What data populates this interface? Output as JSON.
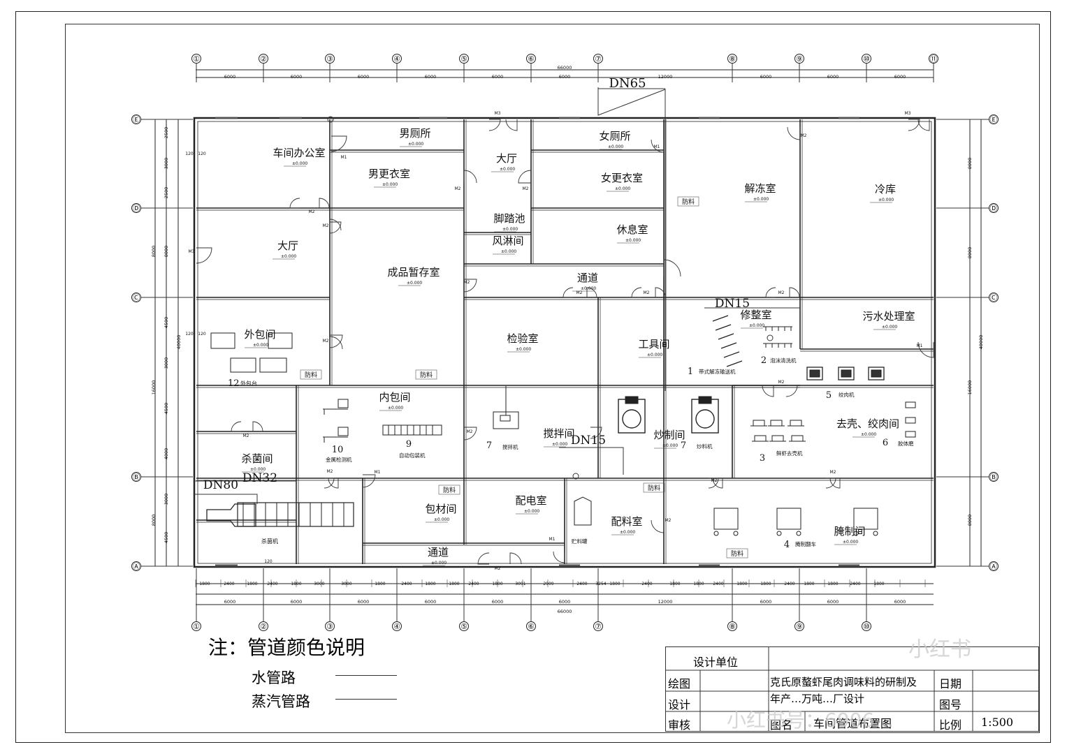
{
  "drawing": {
    "grid_top": [
      "①",
      "②",
      "③",
      "④",
      "⑤",
      "⑥",
      "⑦",
      "⑧",
      "⑨",
      "⑩",
      "⑪"
    ],
    "grid_bottom": [
      "①",
      "②",
      "③",
      "④",
      "⑤",
      "⑥",
      "⑦",
      "⑧",
      "⑨",
      "⑩"
    ],
    "grid_rows": [
      "Ⓔ",
      "Ⓓ",
      "Ⓒ",
      "Ⓑ",
      "Ⓐ"
    ],
    "top_dims": [
      "6000",
      "6000",
      "6000",
      "6000",
      "6000",
      "6000",
      "12000",
      "6000",
      "6000",
      "6000"
    ],
    "total_width": "66000",
    "bottom_detail": [
      "1800",
      "2400",
      "1800",
      "2400",
      "1800",
      "3000",
      "3000",
      "1800",
      "2400",
      "1800",
      "1800",
      "2400",
      "1800",
      "3091",
      "2909",
      "2400",
      "3254",
      "1800",
      "2400",
      "1800",
      "1800",
      "2400",
      "1800",
      "1800",
      "2400",
      "1800",
      "1800",
      "2400",
      "1800"
    ],
    "bottom_dims": [
      "6000",
      "6000",
      "6000",
      "6000",
      "6000",
      "6000",
      "12000",
      "6000",
      "6000",
      "6000"
    ],
    "left_dims": [
      "2500",
      "3000",
      "2500",
      "8000",
      "8000",
      "4500",
      "3000",
      "4500",
      "4000",
      "3000",
      "4500",
      "8000",
      "16000",
      "40000"
    ],
    "right_dims": [
      "8000",
      "8000",
      "16000",
      "40000",
      "8000"
    ],
    "pipes": {
      "dn65": "DN65",
      "dn15a": "DN15",
      "dn15b": "DN15",
      "dn80": "DN80",
      "dn32": "DN32"
    },
    "rooms": {
      "office": "车间办公室",
      "mens_wc": "男厕所",
      "hall_top": "大厅",
      "womens_wc": "女厕所",
      "mens_locker": "男更衣室",
      "womens_locker": "女更衣室",
      "thaw": "解冻室",
      "cold": "冷库",
      "hall_left": "大厅",
      "foot": "脚踏池",
      "air": "风淋间",
      "rest": "休息室",
      "temp_store": "成品暂存室",
      "corridor_top": "通道",
      "trim": "修整室",
      "waste": "污水处理室",
      "outer_pack": "外包间",
      "inspect": "检验室",
      "tool": "工具间",
      "inner_pack": "内包间",
      "mix": "搅拌间",
      "fry": "炒制间",
      "shell": "去壳、绞肉间",
      "steril": "杀菌间",
      "pack_mat": "包材间",
      "power": "配电室",
      "batch": "配料室",
      "marinate": "腌制间",
      "corridor_bottom": "通道"
    },
    "elevation": "±0.000",
    "machines": {
      "m1": "1",
      "m1_label": "带式解冻输送机",
      "m2": "2",
      "m2_label": "泡沫清洗机",
      "m3": "3",
      "m3_label": "鲜虾去壳机",
      "m4": "4",
      "m4_label": "腌制翻车",
      "m5": "5",
      "m5_label": "绞肉机",
      "m6": "6",
      "m6_label": "胶体磨",
      "m7a": "7",
      "m7a_label": "搅拌机",
      "m7b": "7",
      "m7b_label": "炒料机",
      "m9": "9",
      "m9_label": "自动包装机",
      "m10": "10",
      "m10_label": "金属检测机",
      "m12": "12",
      "m12_label": "外包台",
      "steril_label": "杀菌机",
      "tank_label": "贮料罐"
    },
    "door_tags": [
      "M1",
      "M2",
      "M3"
    ],
    "wall_tag": "120",
    "material": "防料"
  },
  "notes": {
    "title": "注：管道颜色说明",
    "water": "水管路",
    "steam": "蒸汽管路"
  },
  "title_block": {
    "design_unit": "设计单位",
    "drawn": "绘图",
    "designed": "设计",
    "checked": "审核",
    "project_line1": "克氏原螯虾尾肉调味料的研制及",
    "project_line2": "年产…万吨…厂设计",
    "date": "日期",
    "drawing_no": "图号",
    "drawing_name_label": "图名",
    "drawing_name": "车间管道布置图",
    "scale": "比例",
    "scale_value": "1:500"
  },
  "watermark": {
    "brand": "小红书",
    "id": "小红书号：6906…"
  }
}
